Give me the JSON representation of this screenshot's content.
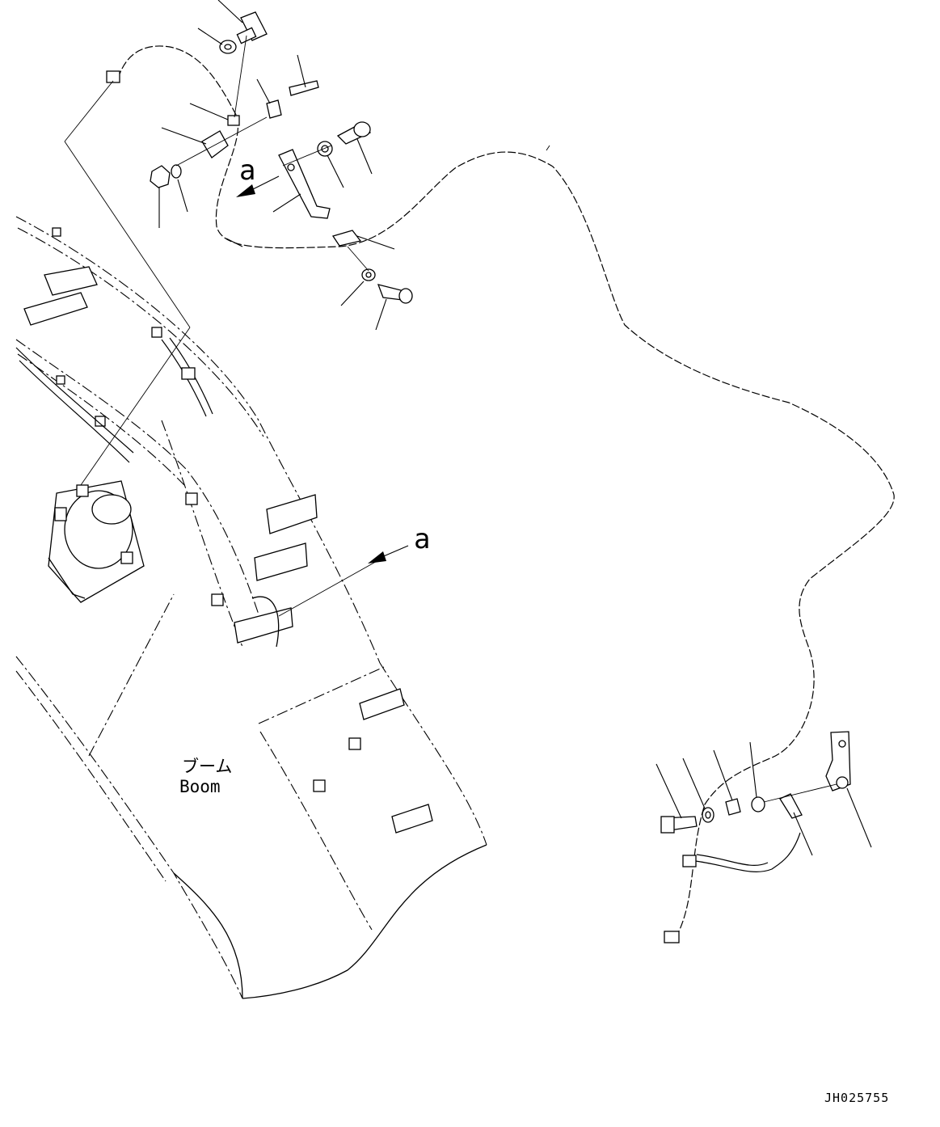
{
  "labels": {
    "view_ref_top": "a",
    "view_ref_main": "a",
    "boom_jp": "ブーム",
    "boom_en": "Boom",
    "drawing_code": "JH025755"
  }
}
